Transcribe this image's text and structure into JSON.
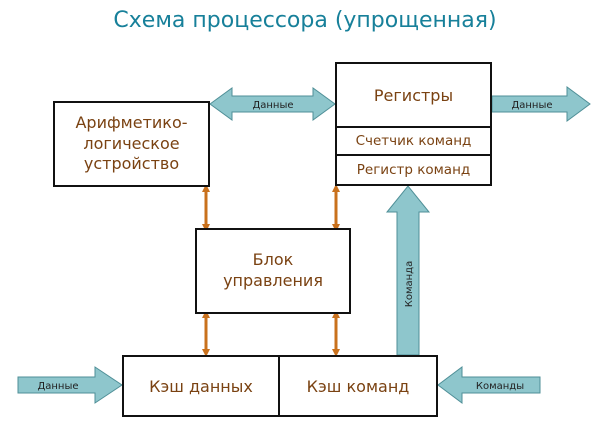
{
  "title": "Схема процессора (упрощенная)",
  "blocks": {
    "alu": "Арифметико-\nлогическое\nустройство",
    "registers": "Регистры",
    "program_counter": "Счетчик команд",
    "instruction_register": "Регистр команд",
    "control_unit": "Блок\nуправления",
    "data_cache": "Кэш данных",
    "instruction_cache": "Кэш команд"
  },
  "arrows": {
    "alu_registers": "Данные",
    "registers_out": "Данные",
    "data_in": "Данные",
    "commands_in": "Команды",
    "cache_to_ir": "Команда"
  },
  "colors": {
    "title": "#17809a",
    "block_text": "#7a4212",
    "block_arrow_fill": "#8ec6cc",
    "block_arrow_stroke": "#4f8f97",
    "bus_arrow": "#c9711d"
  }
}
